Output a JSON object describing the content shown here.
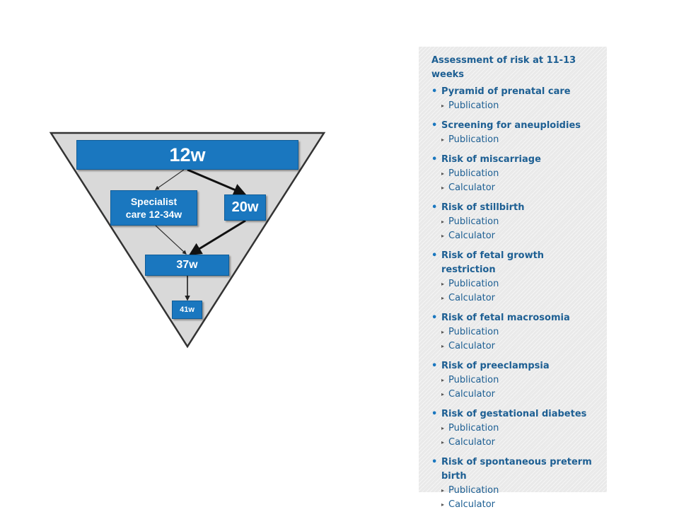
{
  "diagram": {
    "box_12w": "12w",
    "box_specialist": [
      "Specialist",
      "care 12-34w"
    ],
    "box_20w": "20w",
    "box_37w": "37w",
    "box_41w": "41w"
  },
  "panel": {
    "title": "Assessment of risk at 11-13 weeks",
    "groups": [
      {
        "label": "Pyramid of prenatal care",
        "links": [
          "Publication"
        ]
      },
      {
        "label": "Screening for aneuploidies",
        "links": [
          "Publication"
        ]
      },
      {
        "label": "Risk of miscarriage",
        "links": [
          "Publication",
          "Calculator"
        ]
      },
      {
        "label": "Risk of stillbirth",
        "links": [
          "Publication",
          "Calculator"
        ]
      },
      {
        "label": "Risk of fetal growth restriction",
        "links": [
          "Publication",
          "Calculator"
        ]
      },
      {
        "label": "Risk of fetal macrosomia",
        "links": [
          "Publication",
          "Calculator"
        ]
      },
      {
        "label": "Risk of preeclampsia",
        "links": [
          "Publication",
          "Calculator"
        ]
      },
      {
        "label": "Risk of gestational diabetes",
        "links": [
          "Publication",
          "Calculator"
        ]
      },
      {
        "label": "Risk of spontaneous preterm birth",
        "links": [
          "Publication",
          "Calculator"
        ]
      }
    ]
  },
  "colors": {
    "box_blue": "#1a77bf",
    "link_blue": "#1d5f93",
    "panel_bg": "#e9e9e9",
    "pyramid_fill": "#d9d9d9"
  },
  "icons": {
    "bullet": "•",
    "sub_link": "▸"
  }
}
